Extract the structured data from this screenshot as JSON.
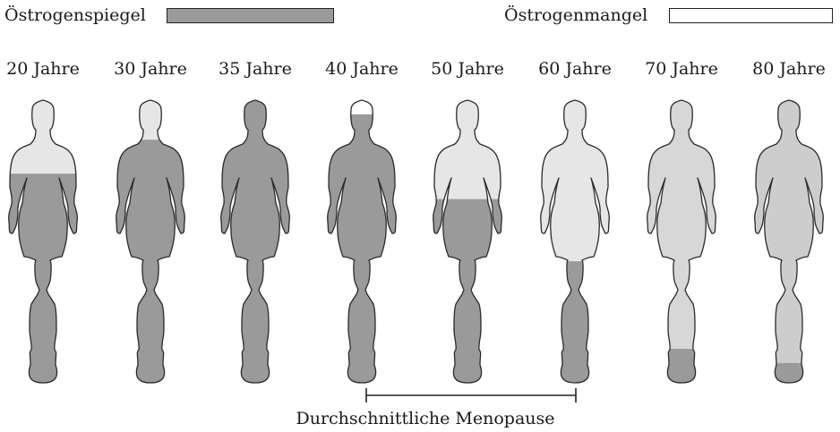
{
  "legend": {
    "level_label": "Östrogenspiegel",
    "level_color": "#9a9a9a",
    "deficit_label": "Östrogenmangel",
    "deficit_color": "#ffffff"
  },
  "figures": [
    {
      "age": "20 Jahre",
      "estrogen_level_fraction": 0.74,
      "deficit_color": "#e6e6e6"
    },
    {
      "age": "30 Jahre",
      "estrogen_level_fraction": 0.86,
      "deficit_color": "#e6e6e6"
    },
    {
      "age": "35 Jahre",
      "estrogen_level_fraction": 1.0,
      "deficit_color": "#e6e6e6"
    },
    {
      "age": "40 Jahre",
      "estrogen_level_fraction": 0.95,
      "deficit_color": "#ffffff"
    },
    {
      "age": "50 Jahre",
      "estrogen_level_fraction": 0.65,
      "deficit_color": "#e6e6e6"
    },
    {
      "age": "60 Jahre",
      "estrogen_level_fraction": 0.43,
      "deficit_color": "#e6e6e6"
    },
    {
      "age": "70  Jahre",
      "estrogen_level_fraction": 0.12,
      "deficit_color": "#d7d7d7"
    },
    {
      "age": "80 Jahre",
      "estrogen_level_fraction": 0.07,
      "deficit_color": "#cdcdcd"
    }
  ],
  "menopause": {
    "label": "Durchschnittliche Menopause",
    "from_figure": 4,
    "to_figure": 6
  }
}
